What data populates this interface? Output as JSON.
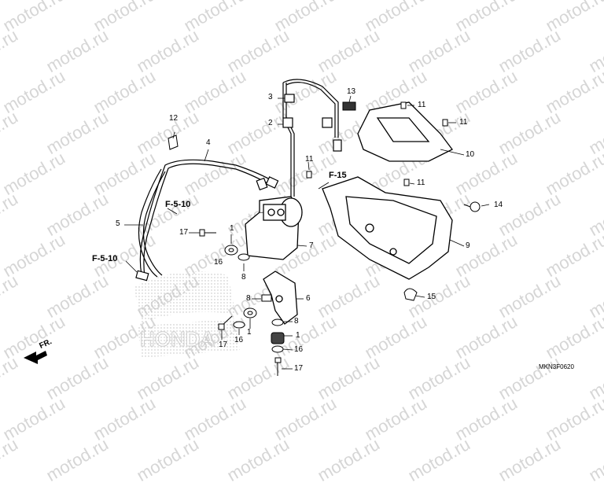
{
  "watermark": {
    "text": "motod.ru",
    "color": "#d6d6d6"
  },
  "diagram": {
    "code": "MKN3F0620",
    "front_label": "FR.",
    "brand_text": "HONDA",
    "section_refs": [
      "F-15",
      "F-5-10",
      "F-5-10"
    ],
    "callouts": [
      "1",
      "1",
      "1",
      "2",
      "3",
      "4",
      "5",
      "6",
      "7",
      "8",
      "8",
      "8",
      "9",
      "10",
      "11",
      "11",
      "11",
      "11",
      "12",
      "13",
      "14",
      "15",
      "16",
      "16",
      "16",
      "17",
      "17",
      "17"
    ]
  }
}
